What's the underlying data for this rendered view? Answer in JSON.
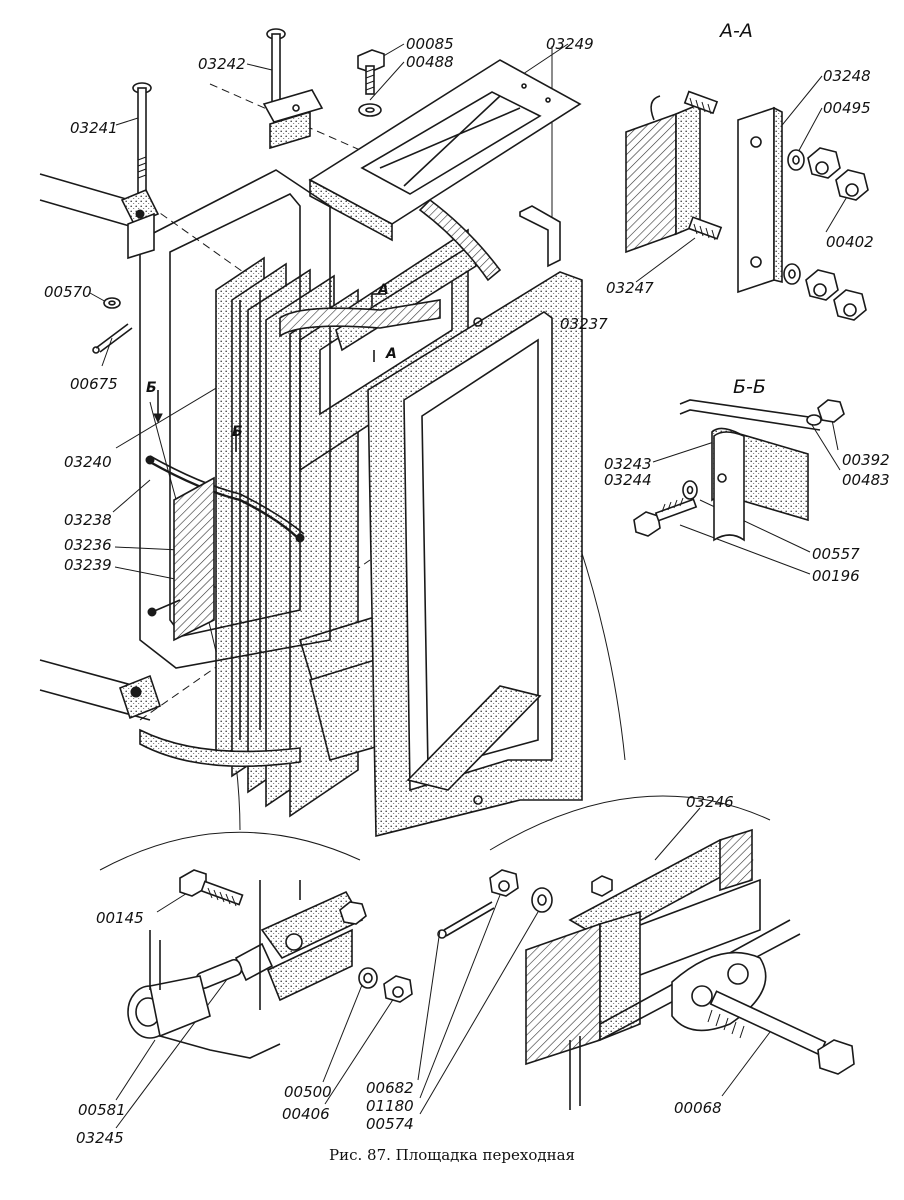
{
  "labels": {
    "p00085": "00085",
    "p00488": "00488",
    "p03249": "03249",
    "p03242": "03242",
    "p03241": "03241",
    "p03248": "03248",
    "p00495": "00495",
    "p00402": "00402",
    "p03247": "03247",
    "p00570": "00570",
    "p00675": "00675",
    "p03237": "03237",
    "p03240": "03240",
    "p03243": "03243",
    "p03244": "03244",
    "p00392": "00392",
    "p00483": "00483",
    "p03238": "03238",
    "p03236": "03236",
    "p03239": "03239",
    "p00557": "00557",
    "p00196": "00196",
    "p03246": "03246",
    "p00145": "00145",
    "p00581": "00581",
    "p03245": "03245",
    "p00500": "00500",
    "p00406": "00406",
    "p00682": "00682",
    "p01180": "01180",
    "p00574": "00574",
    "p00068": "00068"
  },
  "sections": {
    "aa": "А-А",
    "bb": "Б-Б",
    "mark_a_upper": "А",
    "mark_a_lower": "А",
    "mark_b_upper": "Б",
    "mark_b_lower": "Б"
  },
  "caption": "Рис. 87. Площадка переходная"
}
